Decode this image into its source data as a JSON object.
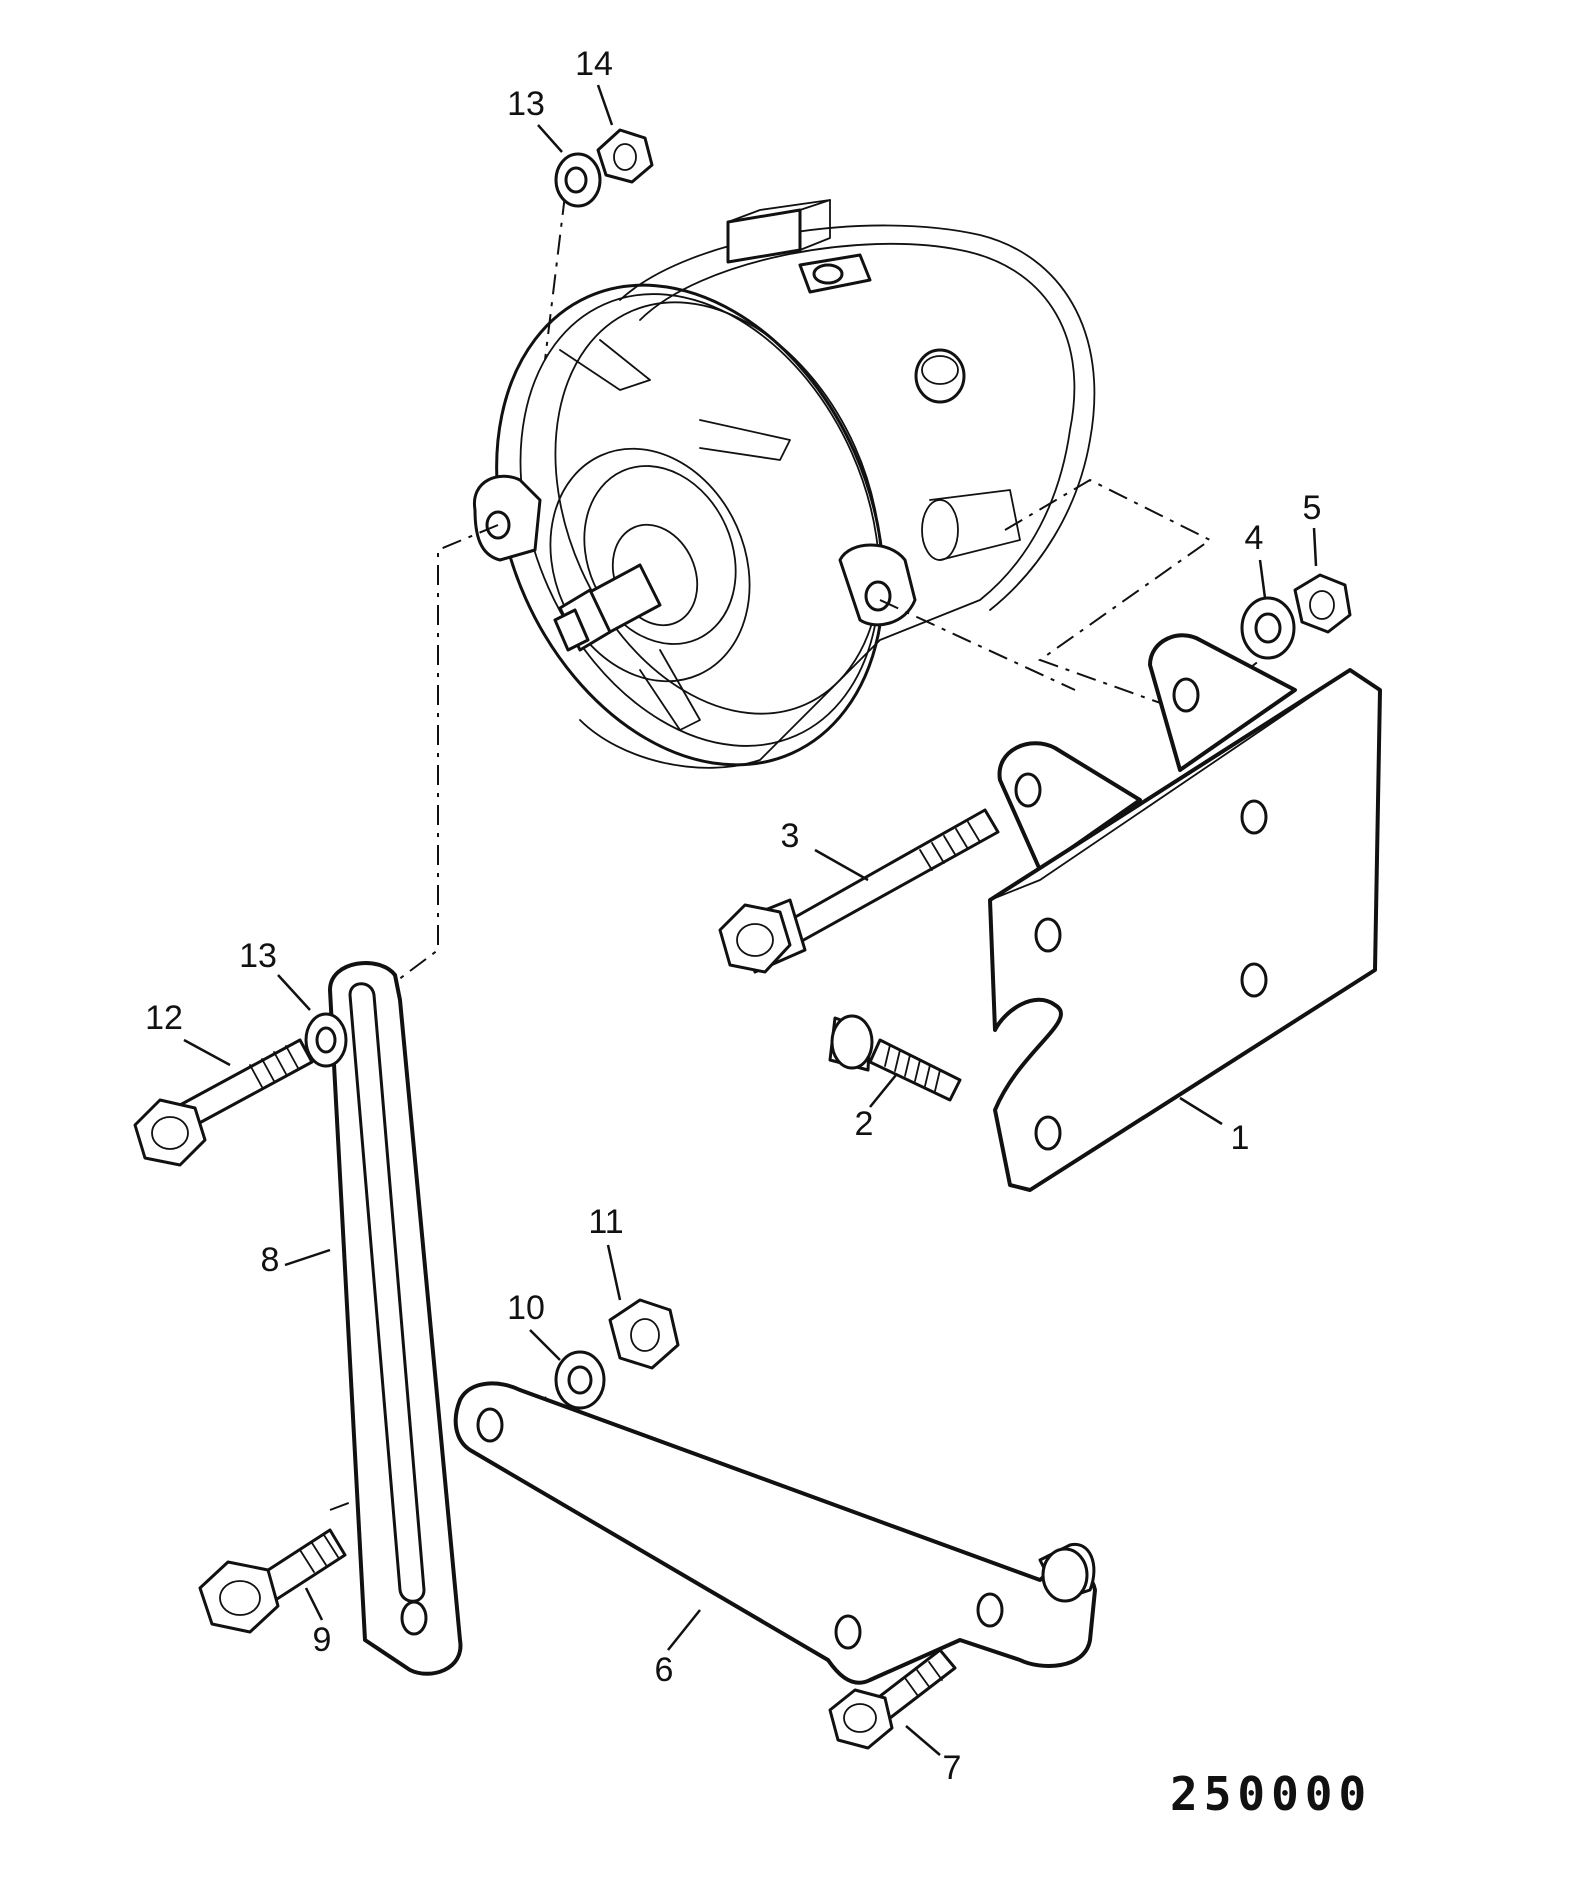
{
  "callouts": {
    "c1": "1",
    "c2": "2",
    "c3": "3",
    "c4": "4",
    "c5": "5",
    "c6": "6",
    "c7": "7",
    "c8": "8",
    "c9": "9",
    "c10": "10",
    "c11": "11",
    "c12": "12",
    "c13_top": "13",
    "c13_left": "13",
    "c14": "14"
  },
  "reference_number": "250000"
}
